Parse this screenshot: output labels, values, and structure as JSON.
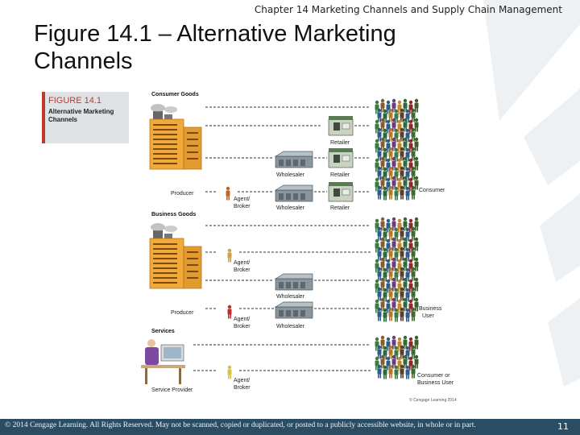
{
  "header": {
    "chapter": "Chapter 14 Marketing Channels and Supply Chain Management"
  },
  "slide": {
    "title": "Figure 14.1 – Alternative Marketing Channels"
  },
  "figure": {
    "tag_number": "FIGURE 14.1",
    "tag_title_line1": "Alternative Marketing",
    "tag_title_line2": "Channels",
    "sections": {
      "consumer_goods": "Consumer Goods",
      "business_goods": "Business Goods",
      "services": "Services"
    },
    "labels": {
      "producer": "Producer",
      "service_provider": "Service Provider",
      "agent_line1": "Agent/",
      "agent_line2": "Broker",
      "wholesaler": "Wholesaler",
      "retailer": "Retailer",
      "consumer": "Consumer",
      "business_user_line1": "Business",
      "business_user_line2": "User",
      "cons_or_bus_line1": "Consumer or",
      "cons_or_bus_line2": "Business User"
    },
    "credit": "© Cengage Learning 2014"
  },
  "footer": {
    "copyright": "© 2014 Cengage Learning. All Rights Reserved. May not be scanned, copied or duplicated, or posted to a publicly accessible website, in whole or in part.",
    "page_number": "11"
  },
  "colors": {
    "footer_bg": "#2a4d63",
    "building": "#f2a93b",
    "wholesaler": "#7f8c93",
    "crowd": "#2e6b3a"
  }
}
